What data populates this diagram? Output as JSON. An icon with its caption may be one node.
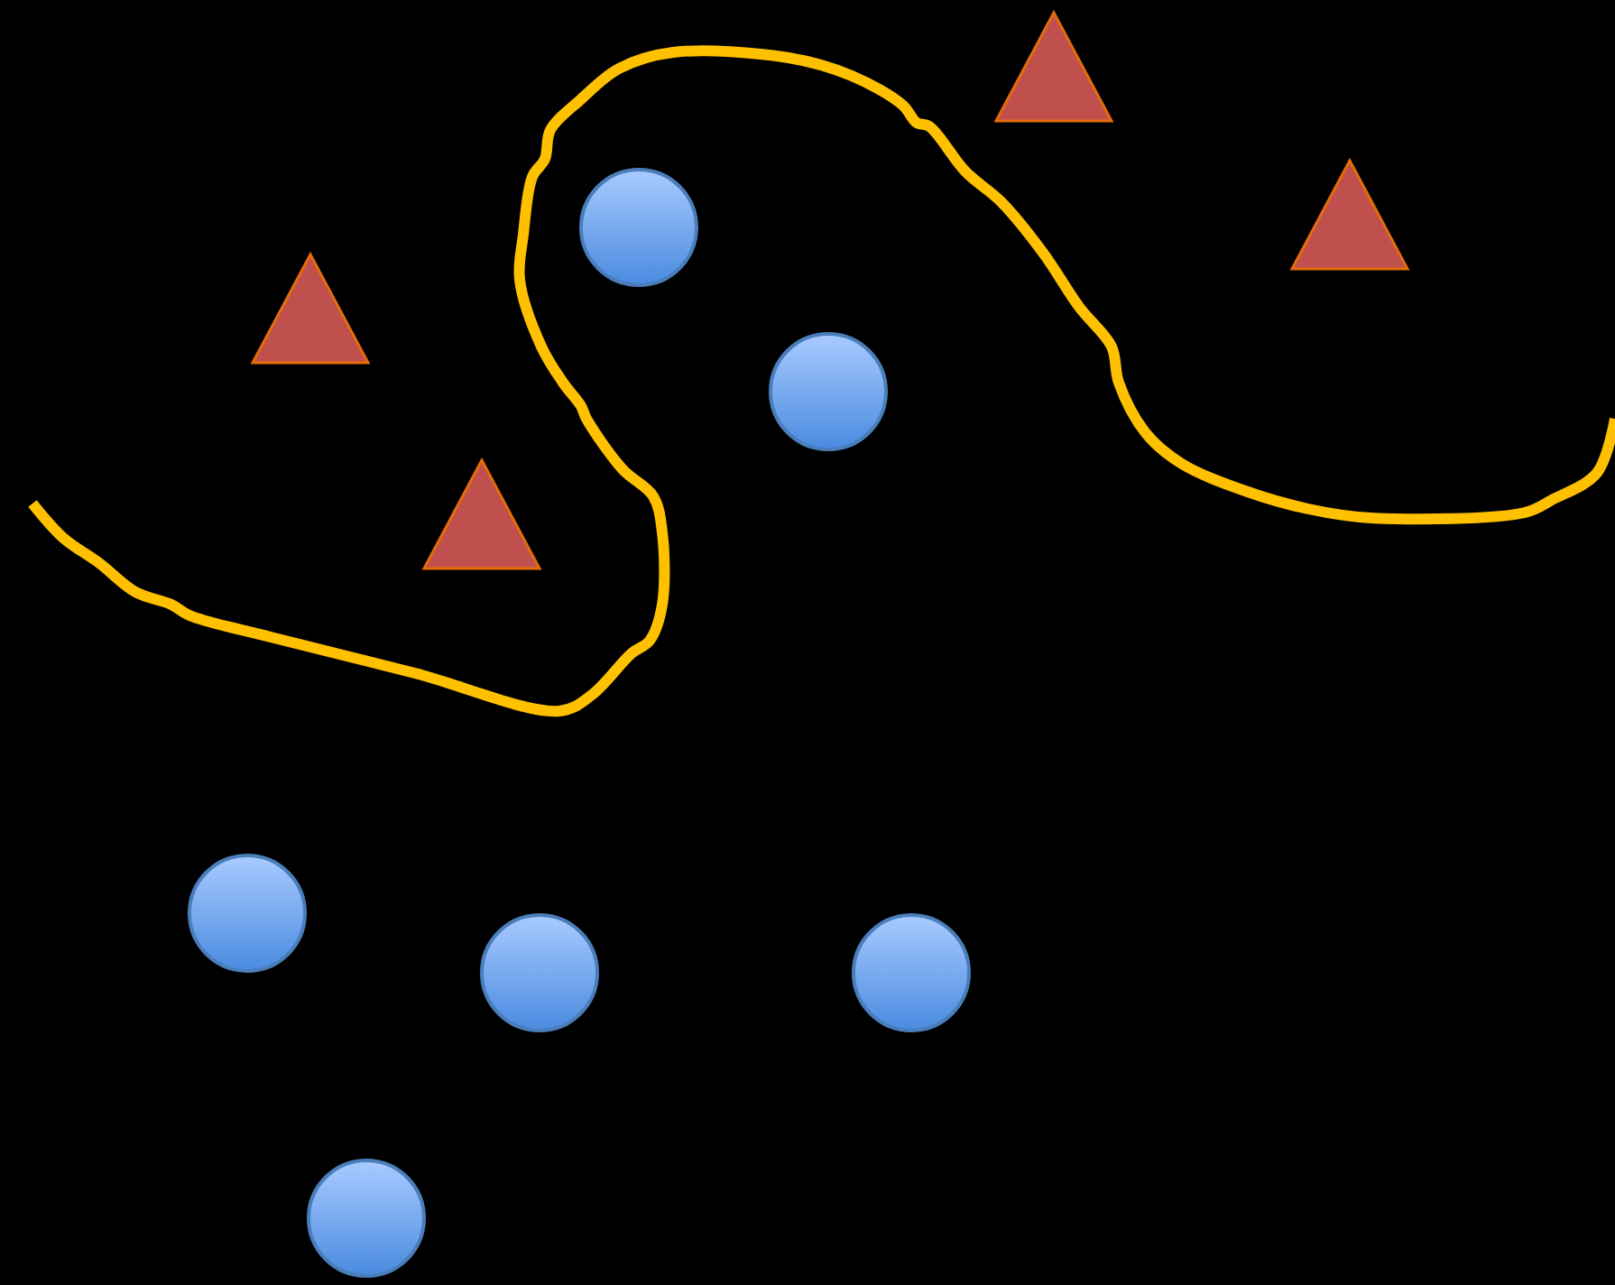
{
  "diagram": {
    "nodes": [
      {
        "text": [],
        "shape": "circle"
      },
      {
        "text": [],
        "shape": "triangle"
      },
      {
        "text": [],
        "shape": "circle"
      },
      {
        "text": [],
        "shape": "triangle"
      },
      {
        "text": [],
        "shape": "circle"
      },
      {
        "text": [],
        "shape": "circle"
      },
      {
        "text": [],
        "shape": "circle"
      },
      {
        "text": [],
        "shape": "circle"
      },
      {
        "text": [],
        "shape": "triangle"
      },
      {
        "text": [],
        "shape": "triangle"
      }
    ]
  }
}
